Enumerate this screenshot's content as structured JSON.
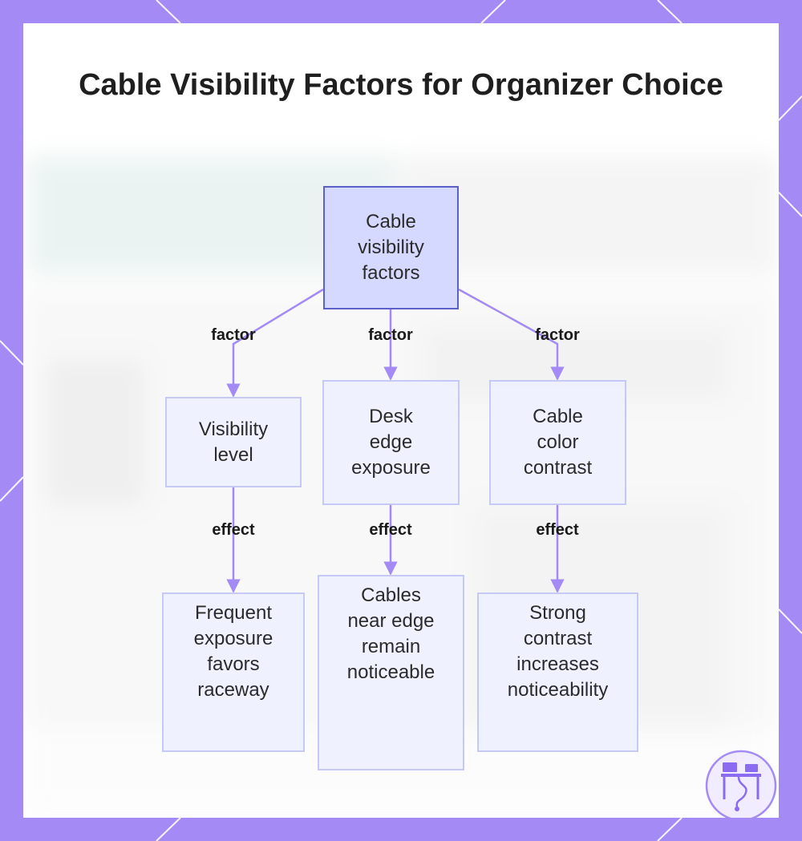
{
  "title": "Cable Visibility Factors for Organizer Choice",
  "colors": {
    "frame": "#a48af4",
    "node_fill": "#eef0ff",
    "node_border": "#c6c9f4",
    "root_fill": "#d6d9ff",
    "root_border": "#5c61c9",
    "edge": "#a48af4"
  },
  "diagram": {
    "root": {
      "lines": [
        "Cable",
        "visibility",
        "factors"
      ]
    },
    "factors": [
      {
        "edge_label": "factor",
        "lines": [
          "Visibility",
          "level"
        ],
        "effect_label": "effect",
        "effect_lines": [
          "Frequent",
          "exposure",
          "favors",
          "raceway"
        ]
      },
      {
        "edge_label": "factor",
        "lines": [
          "Desk",
          "edge",
          "exposure"
        ],
        "effect_label": "effect",
        "effect_lines": [
          "Cables",
          "near edge",
          "remain",
          "noticeable"
        ]
      },
      {
        "edge_label": "factor",
        "lines": [
          "Cable",
          "color",
          "contrast"
        ],
        "effect_label": "effect",
        "effect_lines": [
          "Strong",
          "contrast",
          "increases",
          "noticeability"
        ]
      }
    ]
  },
  "logo": {
    "icon": "desk-cable-icon"
  }
}
